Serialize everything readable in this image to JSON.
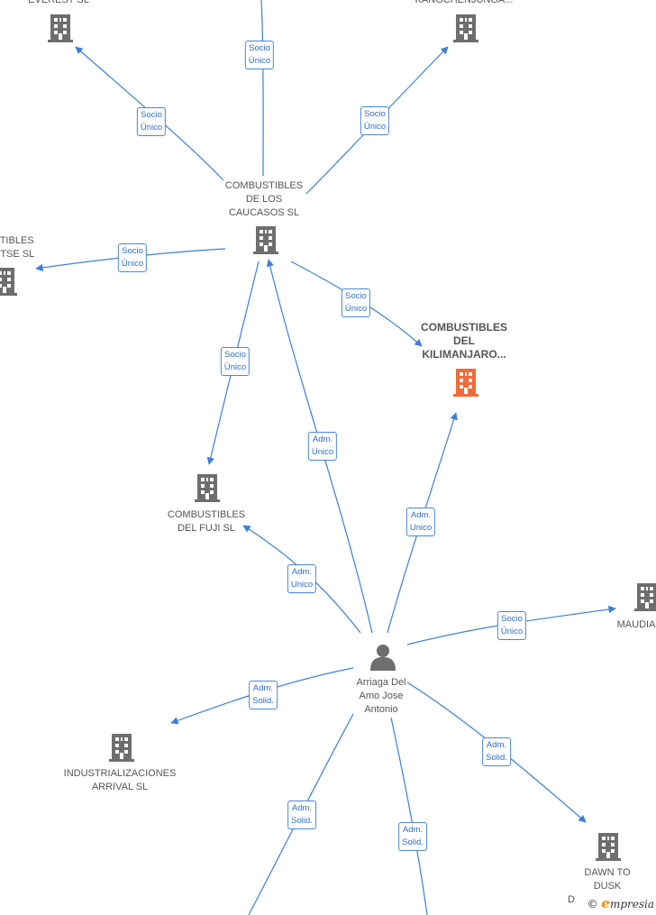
{
  "colors": {
    "edge": "#3b7fd9",
    "building": "#6e6e6e",
    "highlight": "#f26a3a",
    "person": "#6e6e6e"
  },
  "nodes": [
    {
      "id": "everest",
      "label_lines": [
        "EVEREST  SL"
      ],
      "type": "company"
    },
    {
      "id": "kangchenjunga",
      "label_lines": [
        "KANGCHENJUNGA..."
      ],
      "type": "company"
    },
    {
      "id": "caucasos",
      "label_lines": [
        "COMBUSTIBLES",
        "DE LOS",
        "CAUCASOS  SL"
      ],
      "type": "company"
    },
    {
      "id": "lhotse",
      "label_lines": [
        "STIBLES",
        "OTSE  SL"
      ],
      "type": "company"
    },
    {
      "id": "kilimanjaro",
      "label_lines": [
        "COMBUSTIBLES",
        "DEL",
        "KILIMANJARO..."
      ],
      "type": "company-highlight"
    },
    {
      "id": "fuji",
      "label_lines": [
        "COMBUSTIBLES",
        "DEL FUJI  SL"
      ],
      "type": "company"
    },
    {
      "id": "maudian",
      "label_lines": [
        "MAUDIAN"
      ],
      "type": "company"
    },
    {
      "id": "person",
      "label_lines": [
        "Arriaga Del",
        "Amo Jose",
        "Antonio"
      ],
      "type": "person"
    },
    {
      "id": "industrializaciones",
      "label_lines": [
        "INDUSTRIALIZACIONES",
        "ARRIVAL  SL"
      ],
      "type": "company"
    },
    {
      "id": "dawn",
      "label_lines": [
        "DAWN TO",
        "DUSK"
      ],
      "type": "company"
    },
    {
      "id": "d-cut",
      "label_lines": [
        "D"
      ],
      "type": "company"
    }
  ],
  "edges": [
    {
      "id": "e1",
      "label_lines": [
        "Socio",
        "Único"
      ]
    },
    {
      "id": "e2",
      "label_lines": [
        "Socio",
        "Único"
      ]
    },
    {
      "id": "e3",
      "label_lines": [
        "Socio",
        "Único"
      ]
    },
    {
      "id": "e4",
      "label_lines": [
        "Socio",
        "Único"
      ]
    },
    {
      "id": "e5",
      "label_lines": [
        "Socio",
        "Único"
      ]
    },
    {
      "id": "e6",
      "label_lines": [
        "Socio",
        "Único"
      ]
    },
    {
      "id": "e7",
      "label_lines": [
        "Adm.",
        "Unico"
      ]
    },
    {
      "id": "e8",
      "label_lines": [
        "Adm.",
        "Unico"
      ]
    },
    {
      "id": "e9",
      "label_lines": [
        "Adm.",
        "Unico"
      ]
    },
    {
      "id": "e10",
      "label_lines": [
        "Socio",
        "Único"
      ]
    },
    {
      "id": "e11",
      "label_lines": [
        "Adm.",
        "Solid."
      ]
    },
    {
      "id": "e12",
      "label_lines": [
        "Adm.",
        "Solid."
      ]
    },
    {
      "id": "e13",
      "label_lines": [
        "Adm.",
        "Solid."
      ]
    },
    {
      "id": "e14",
      "label_lines": [
        "Adm.",
        "Solid."
      ]
    }
  ],
  "watermark": {
    "symbol": "©",
    "brand_initial": "e",
    "brand_rest": "mpresia"
  }
}
